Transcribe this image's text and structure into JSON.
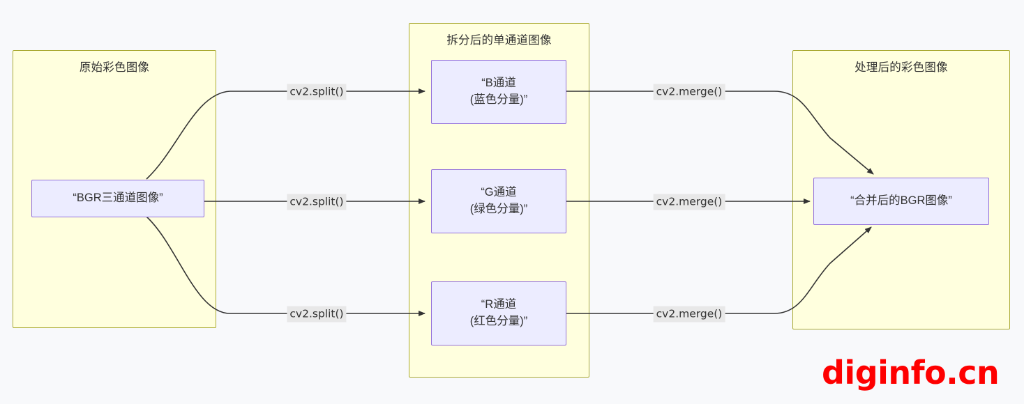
{
  "diagram": {
    "background_color": "#f8f9fb",
    "cluster_fill": "#ffffde",
    "cluster_stroke": "#aaaa33",
    "node_fill": "#ececff",
    "node_stroke": "#9370db",
    "edge_color": "#333333",
    "edge_label_bg": "#e8e8e8",
    "text_color": "#333333"
  },
  "clusters": [
    {
      "id": "source",
      "title": "原始彩色图像"
    },
    {
      "id": "channels",
      "title": "拆分后的单通道图像"
    },
    {
      "id": "result",
      "title": "处理后的彩色图像"
    }
  ],
  "nodes": [
    {
      "id": "bgr",
      "label": "“BGR三通道图像”"
    },
    {
      "id": "b",
      "label": "“B通道\n(蓝色分量)”"
    },
    {
      "id": "g",
      "label": "“G通道\n(绿色分量)”"
    },
    {
      "id": "r",
      "label": "“R通道\n(红色分量)”"
    },
    {
      "id": "merged",
      "label": "“合并后的BGR图像”"
    }
  ],
  "edges": [
    {
      "id": "bgr-b",
      "label": "cv2.split()",
      "from": "bgr",
      "to": "b"
    },
    {
      "id": "bgr-g",
      "label": "cv2.split()",
      "from": "bgr",
      "to": "g"
    },
    {
      "id": "bgr-r",
      "label": "cv2.split()",
      "from": "bgr",
      "to": "r"
    },
    {
      "id": "b-merged",
      "label": "cv2.merge()",
      "from": "b",
      "to": "merged"
    },
    {
      "id": "g-merged",
      "label": "cv2.merge()",
      "from": "g",
      "to": "merged"
    },
    {
      "id": "r-merged",
      "label": "cv2.merge()",
      "from": "r",
      "to": "merged"
    }
  ],
  "watermark": {
    "text": "diginfo.cn",
    "color": "#fe0000"
  }
}
